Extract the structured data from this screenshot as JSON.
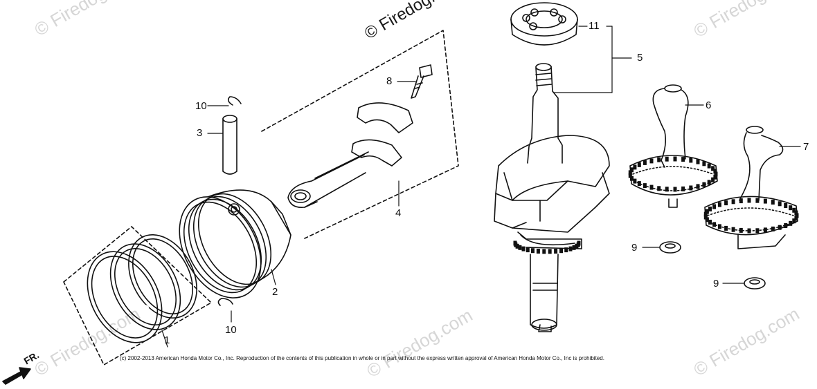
{
  "watermarks": {
    "main": "© Firedog.com",
    "faint": "© Firedog.com"
  },
  "callouts": {
    "c1": "1",
    "c2": "2",
    "c3": "3",
    "c4": "4",
    "c5": "5",
    "c6": "6",
    "c7": "7",
    "c8": "8",
    "c9a": "9",
    "c9b": "9",
    "c10a": "10",
    "c10b": "10",
    "c11": "11"
  },
  "front_label": "FR.",
  "copyright": "(c) 2002-2013 American Honda Motor Co., Inc. Reproduction of the contents of this publication in whole or in part without the express written approval of American Honda Motor Co., Inc is prohibited."
}
